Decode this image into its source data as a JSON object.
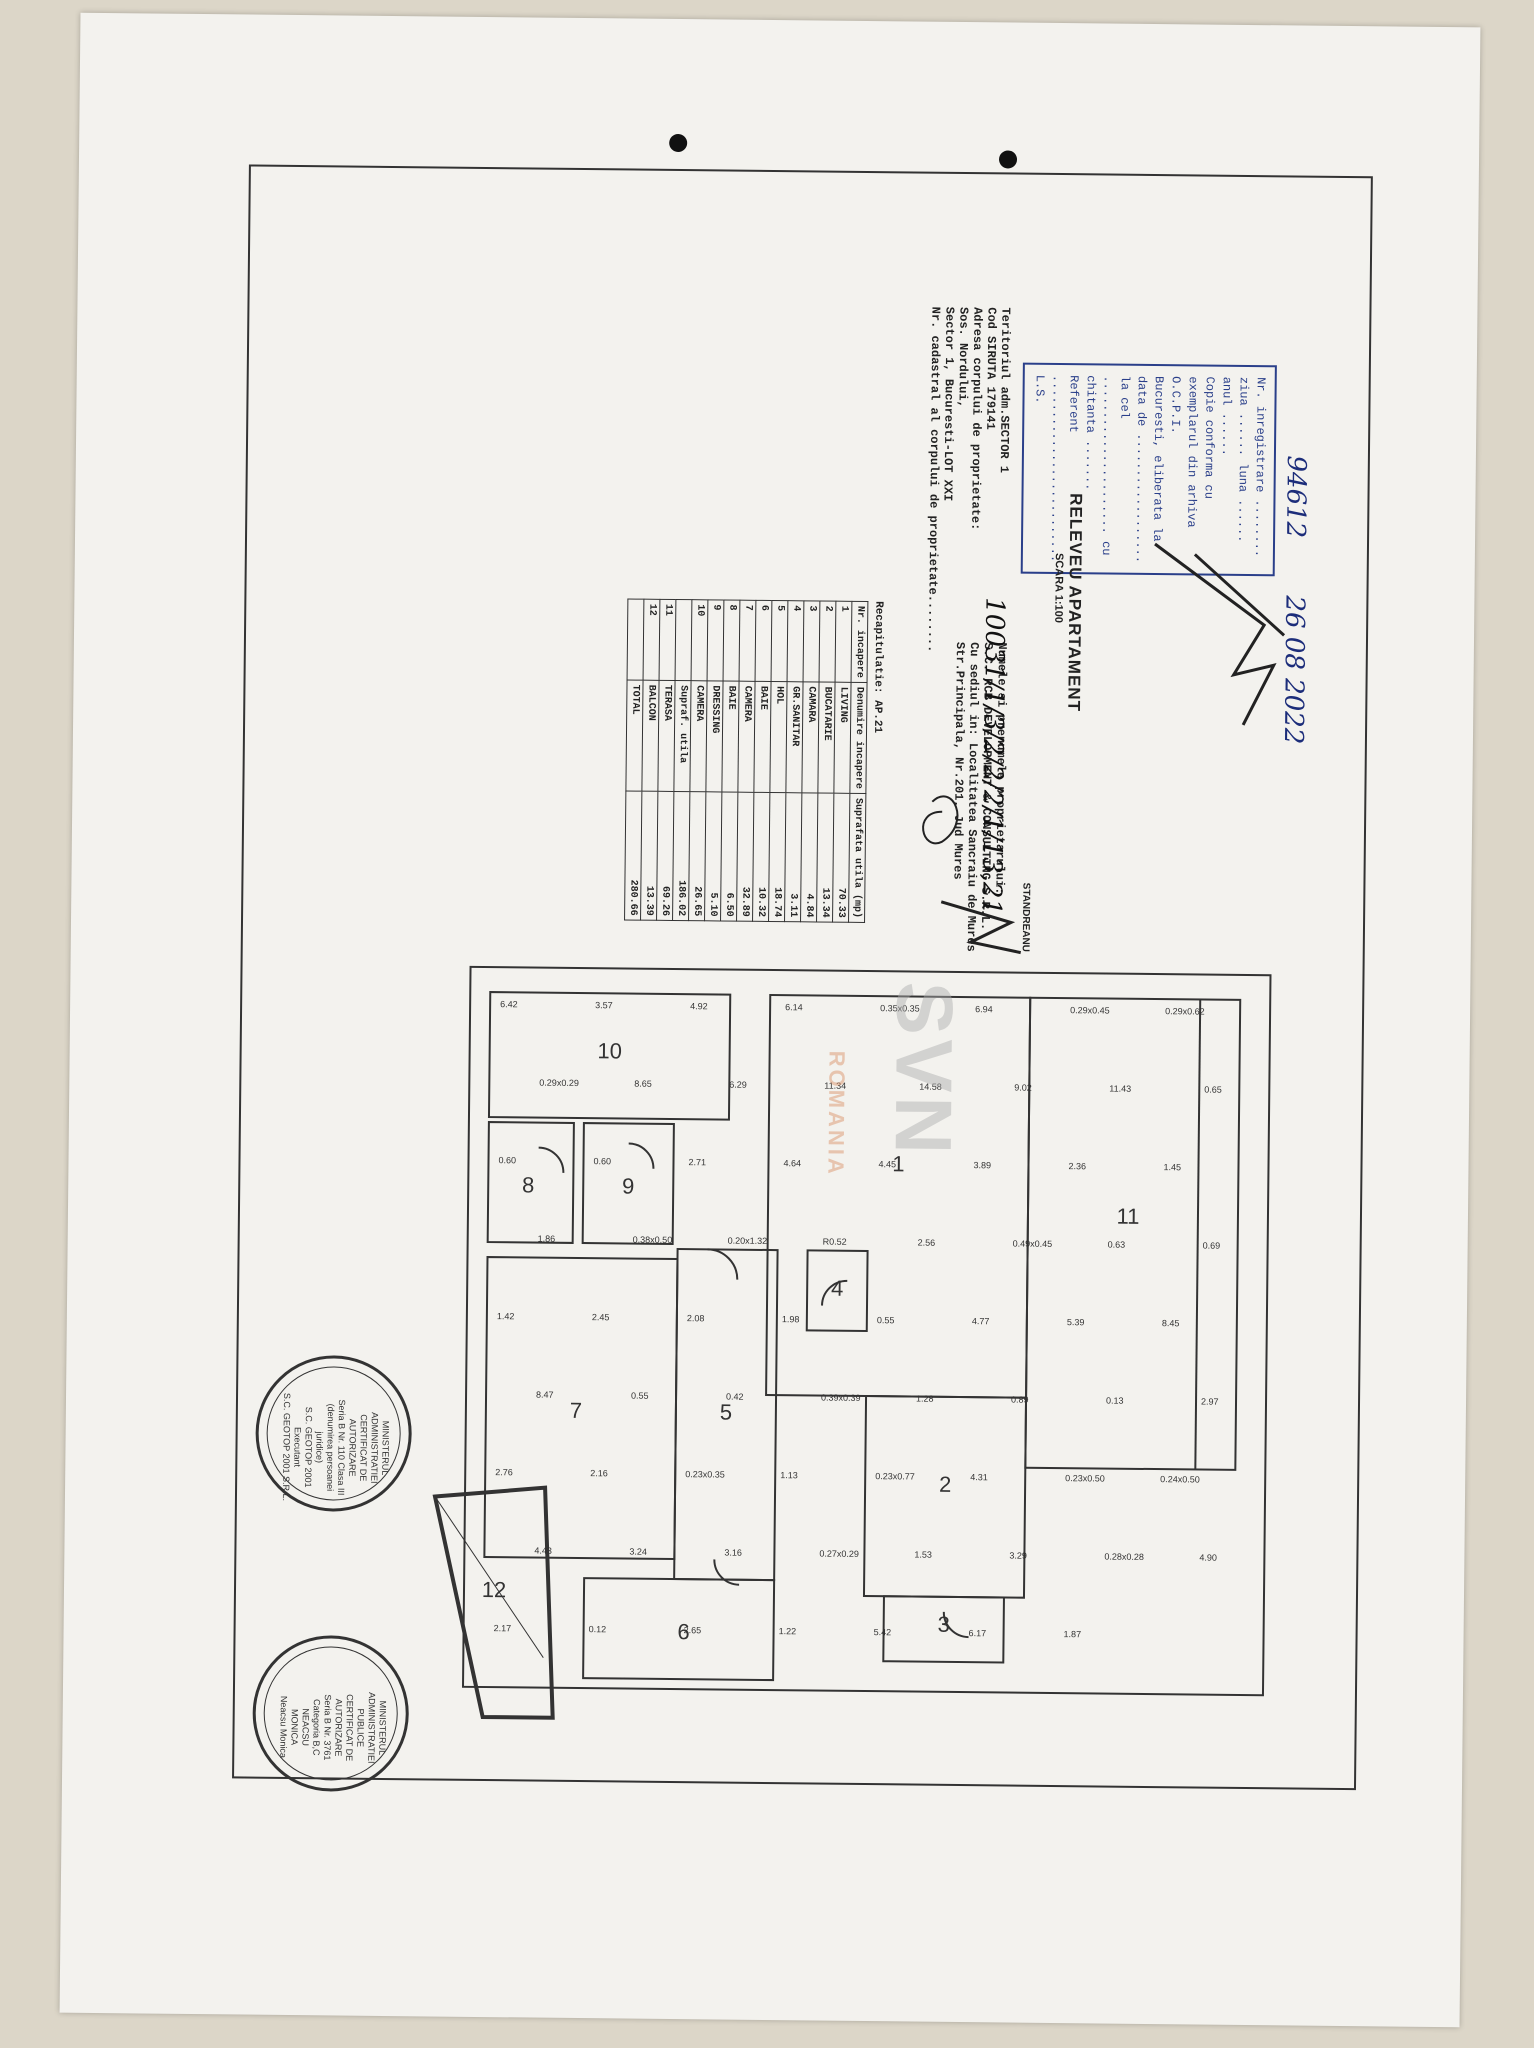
{
  "header_lines": [
    "Teritoriul adm.SECTOR 1",
    "Cod SIRUTA 179141",
    "Adresa corpului de proprietate:",
    "Sos. Nordului,",
    "Sector 1, Bucuresti-LOT XXI",
    "Nr. cadastral al corpului de proprietate........"
  ],
  "cadastral_handwritten": "10031/1/3/2/2/2/1/13,21",
  "title": "RELEVEU APARTAMENT",
  "scale": "SCARA 1:100",
  "owner_lines": [
    "Numele si prenumele proprietarului:",
    "S.C. RCB DEVELOPMENT & CONSULTING S.R.L.",
    "Cu sediul in: Localitatea Sancraiu de Mures",
    "Str.Principala, Nr.201, Jud Mures"
  ],
  "stamp_box": {
    "lines": [
      "Nr. inregistrare ........ ziua ...... luna ...... anul ......",
      "Copie conforma cu exemplarul din arhiva O.C.P.I.",
      "Bucuresti, eliberata la data de ..................",
      "la cel ...................... cu chitanta .......",
      "Referent ..........................",
      "L.S."
    ],
    "hand_number": "94612",
    "hand_date": "26 08 2022"
  },
  "recap": {
    "title": "Recapitulatie: AP.21",
    "headers": [
      "Nr. incapere",
      "Denumire incapere",
      "Suprafata utila (mp)"
    ],
    "rows": [
      [
        "1",
        "LIVING",
        "70.33"
      ],
      [
        "2",
        "BUCATARIE",
        "13.34"
      ],
      [
        "3",
        "CAMARA",
        "4.84"
      ],
      [
        "4",
        "GR.SANITAR",
        "3.11"
      ],
      [
        "5",
        "HOL",
        "18.74"
      ],
      [
        "6",
        "BAIE",
        "10.32"
      ],
      [
        "7",
        "CAMERA",
        "32.89"
      ],
      [
        "8",
        "BAIE",
        "6.50"
      ],
      [
        "9",
        "DRESSING",
        "5.10"
      ],
      [
        "10",
        "CAMERA",
        "26.65"
      ],
      [
        "",
        "Supraf. utila",
        "186.02"
      ],
      [
        "11",
        "TERASA",
        "69.26"
      ],
      [
        "12",
        "BALCON",
        "13.39"
      ],
      [
        "",
        "TOTAL",
        "280.66"
      ]
    ]
  },
  "signature_stamp_text": "STANDREANU",
  "stamps": [
    {
      "lines": [
        "MINISTERUL ADMINISTRATIEI",
        "CERTIFICAT DE AUTORIZARE",
        "Seria B Nr. 110 Clasa III",
        "(denumirea persoanei juridice)",
        "S.C. GEOTOP 2001",
        "Executant",
        "S.C. GEOTOP 2001 S.R.L."
      ]
    },
    {
      "lines": [
        "MINISTERUL ADMINISTRATIEI PUBLICE",
        "CERTIFICAT DE AUTORIZARE",
        "Seria B Nr. 3761",
        "Categoria B,C",
        "NEACSU",
        "MONICA",
        "Neacsu Monica"
      ]
    }
  ],
  "room_numbers": [
    "1",
    "2",
    "3",
    "4",
    "5",
    "6",
    "7",
    "8",
    "9",
    "10",
    "11",
    "12"
  ],
  "dimensions": [
    "6.42",
    "3.57",
    "4.92",
    "6.14",
    "0.35x0.35",
    "6.94",
    "0.29x0.45",
    "0.29x0.62",
    "0.29x0.29",
    "8.65",
    "6.29",
    "11.34",
    "14.58",
    "9.02",
    "11.43",
    "0.65",
    "0.60",
    "0.60",
    "2.71",
    "4.64",
    "4.45",
    "3.89",
    "2.36",
    "1.45",
    "1.86",
    "0.38x0.50",
    "0.20x1.32",
    "R0.52",
    "2.56",
    "0.49x0.45",
    "0.63",
    "0.69",
    "1.42",
    "2.45",
    "2.08",
    "1.98",
    "0.55",
    "4.77",
    "5.39",
    "8.45",
    "8.47",
    "0.55",
    "0.42",
    "0.39x0.39",
    "1.28",
    "0.89",
    "0.13",
    "2.97",
    "2.76",
    "2.16",
    "0.23x0.35",
    "1.13",
    "0.23x0.77",
    "4.31",
    "0.23x0.50",
    "0.24x0.50",
    "4.43",
    "3.24",
    "3.16",
    "0.27x0.29",
    "1.53",
    "3.29",
    "0.28x0.28",
    "4.90",
    "2.17",
    "0.12",
    "2.65",
    "1.22",
    "5.42",
    "6.17",
    "1.87"
  ],
  "watermark": "SVN",
  "watermark_sub": "ROMANIA"
}
